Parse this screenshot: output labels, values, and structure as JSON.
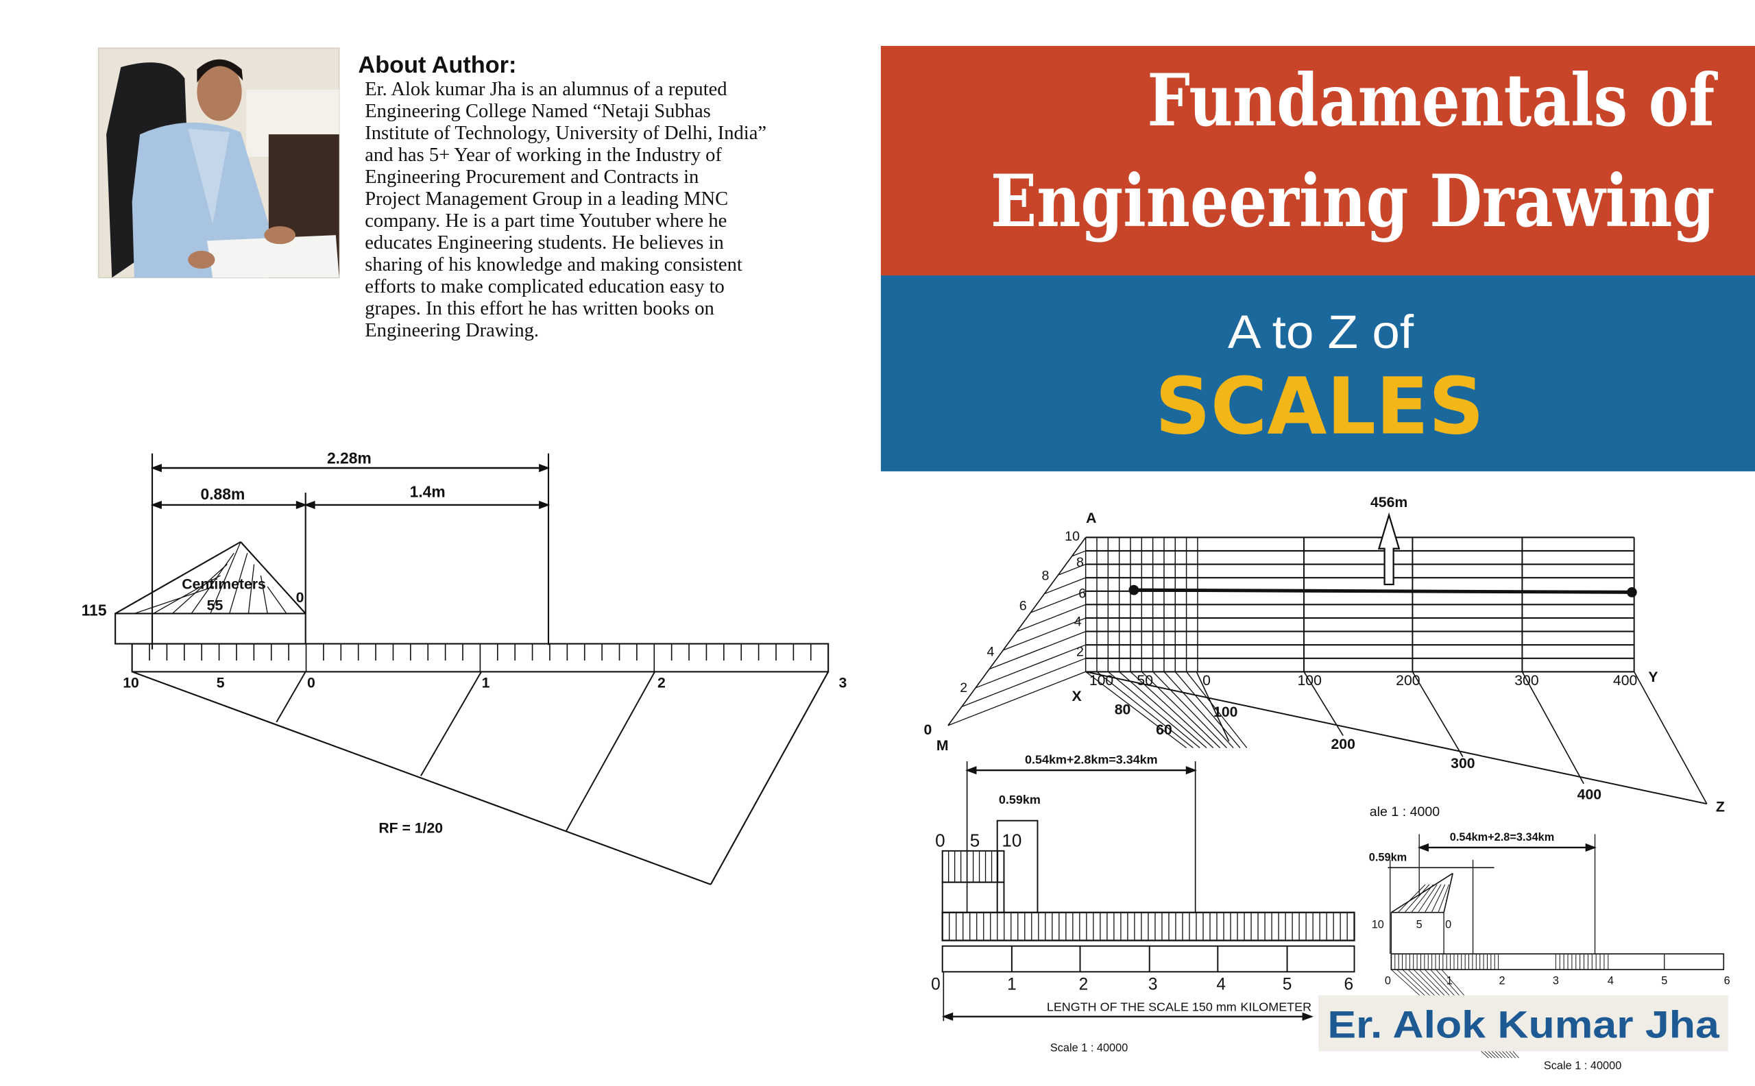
{
  "about": {
    "heading": "About Author:",
    "lines": [
      "Er. Alok kumar Jha is an alumnus of a reputed",
      "Engineering College Named “Netaji Subhas",
      "Institute of Technology, University of Delhi, India”",
      "and has 5+ Year of working in the Industry of",
      "Engineering Procurement and Contracts in",
      "Project Management Group in a leading MNC",
      "company. He is a part time Youtuber where he",
      "educates Engineering students. He believes in",
      "sharing of his knowledge and making consistent",
      "efforts to make complicated education easy to",
      "grapes. In this effort he has written books on",
      "Engineering Drawing."
    ]
  },
  "cover": {
    "title_line1": "Fundamentals of",
    "title_line2": "Engineering Drawing",
    "subtitle": "A to Z of",
    "topic": "SCALES",
    "author": "Er. Alok Kumar Jha",
    "colors": {
      "red_banner": "#c8452a",
      "blue_banner": "#1b689c",
      "topic_yellow": "#f2b619",
      "author_blue": "#1d5a94"
    }
  },
  "drawing_left": {
    "dim_total": "2.28m",
    "dim_a": "0.88m",
    "dim_b": "1.4m",
    "vernier_left": "115",
    "vernier_unit": "Centimeters",
    "vernier_mid": "55",
    "vernier_zero": "0",
    "ticks": [
      "10",
      "5",
      "0",
      "1",
      "2",
      "3"
    ],
    "rf": "RF = 1/20"
  },
  "drawing_diagonal": {
    "dim": "456m",
    "point_a": "A",
    "point_x": "X",
    "point_y": "Y",
    "point_z": "Z",
    "point_m": "M",
    "point_o": "0",
    "oa_ticks": [
      "2",
      "4",
      "6",
      "8",
      "10"
    ],
    "grid_ticks": [
      "2",
      "4",
      "6",
      "8"
    ],
    "bottom_ticks": [
      "100",
      "50",
      "0",
      "100",
      "200",
      "300",
      "400"
    ],
    "lower_ticks": [
      "80",
      "60",
      "100",
      "200",
      "300",
      "400"
    ],
    "caption_cut": "ale 1 : 4000"
  },
  "drawing_plain": {
    "dim_total": "0.54km+2.8km=3.34km",
    "dim_small": "0.59km",
    "top_ticks": [
      "0",
      "5",
      "10"
    ],
    "ticks": [
      "0",
      "1",
      "2",
      "3",
      "4",
      "5",
      "6"
    ],
    "length_label": "LENGTH OF THE SCALE 150 mm",
    "unit_label": "KILOMETER",
    "scale": "Scale 1 : 40000"
  },
  "drawing_vernier": {
    "dim_total": "0.54km+2.8=3.34km",
    "dim_small": "0.59km",
    "top_ticks": [
      "10",
      "5",
      "0"
    ],
    "ticks": [
      "0",
      "1",
      "2",
      "3",
      "4",
      "5",
      "6"
    ],
    "scale": "Scale 1 : 40000"
  }
}
